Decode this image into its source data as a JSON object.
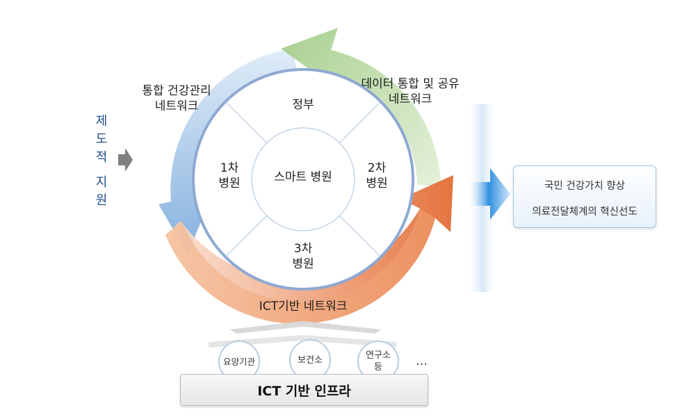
{
  "side_label": [
    "제",
    "도",
    "적",
    "지",
    "원"
  ],
  "cycle": {
    "integrated_health": [
      "통합 건강관리",
      "네트워크"
    ],
    "data_sharing": [
      "데이터 통합 및 공유",
      "네트워크"
    ],
    "ict_network": "ICT기반 네트워크"
  },
  "hub": {
    "center": "스마트 병원",
    "top": "정부",
    "left": [
      "1차",
      "병원"
    ],
    "right": [
      "2차",
      "병원"
    ],
    "bottom": [
      "3차",
      "병원"
    ]
  },
  "outcome": [
    "국민 건강가치 향상",
    "의료전달체계의 혁신선도"
  ],
  "infra_nodes": [
    {
      "label": [
        "요양기관"
      ]
    },
    {
      "label": [
        "보건소"
      ]
    },
    {
      "label": [
        "연구소",
        "등"
      ]
    }
  ],
  "infra_more": "…",
  "infra_base": "ICT 기반 인프라",
  "colors": {
    "blue_arrow": "#8fb8e2",
    "green_arrow": "#a8d08d",
    "orange_arrow": "#e97a3a",
    "ring": "#8ea8d2",
    "text_blue": "#1f4e8c"
  }
}
